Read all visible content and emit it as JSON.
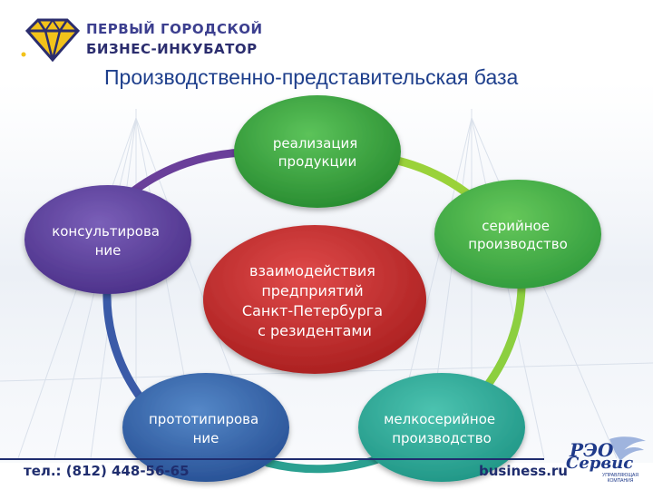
{
  "header": {
    "logo_line1": "ПЕРВЫЙ ГОРОДСКОЙ",
    "logo_line2": "БИЗНЕС-ИНКУБАТОР",
    "title": "Производственно-представительская база"
  },
  "diagram": {
    "center": {
      "lines": [
        "взаимодействия",
        "предприятий",
        "Санкт-Петербурга",
        "с резидентами"
      ],
      "color": "#c92a2a"
    },
    "nodes": [
      {
        "lines": [
          "реализация",
          "продукции"
        ],
        "color": "#2e9a3a"
      },
      {
        "lines": [
          "серийное",
          "производство"
        ],
        "color": "#3aa84a"
      },
      {
        "lines": [
          "мелкосерийное",
          "производство"
        ],
        "color": "#2ba59a"
      },
      {
        "lines": [
          "прототипирова",
          "ние"
        ],
        "color": "#2f5fa8"
      },
      {
        "lines": [
          "консультирова",
          "ние"
        ],
        "color": "#5b3f9a"
      }
    ]
  },
  "footer": {
    "phone": "тел.: (812) 448-56-65",
    "site": "business.ru"
  },
  "partner": {
    "name1": "РЭО",
    "name2": "Сервис",
    "sub": "УПРАВЛЯЮЩАЯ КОМПАНИЯ"
  }
}
